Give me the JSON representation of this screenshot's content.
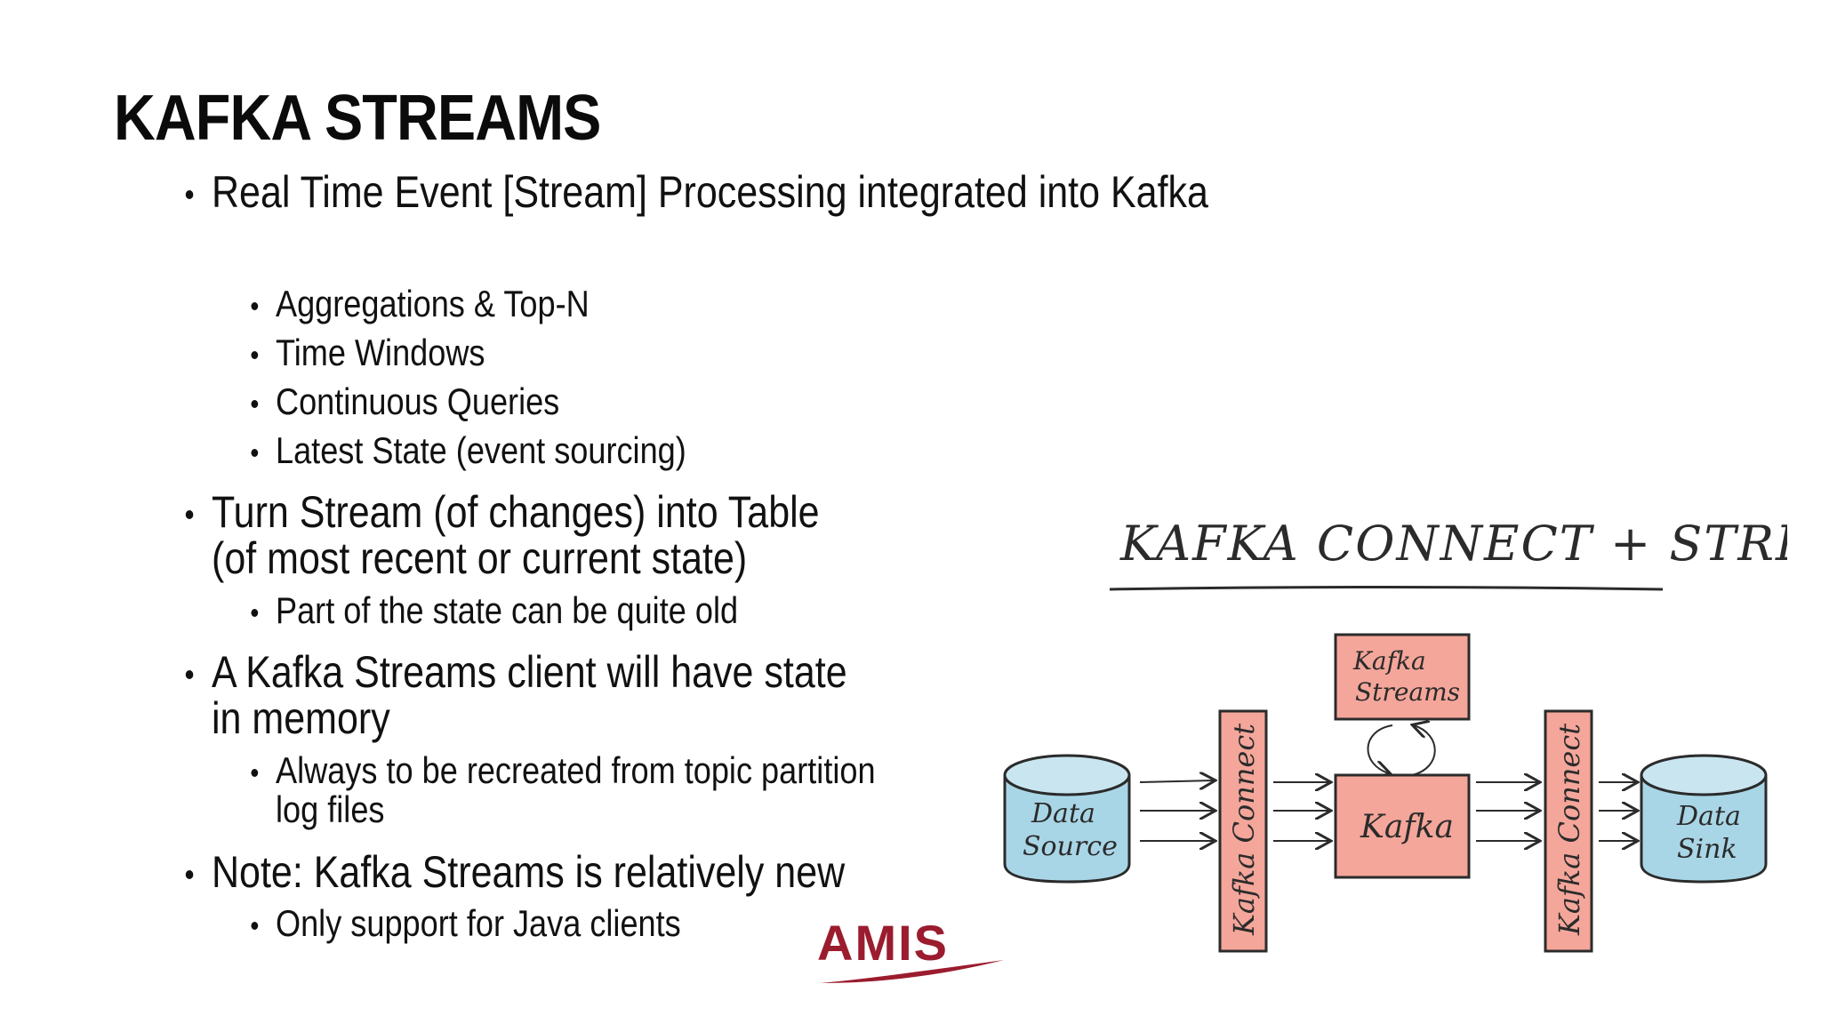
{
  "slide": {
    "title": "KAFKA STREAMS",
    "bullets": [
      {
        "text": "Real Time Event [Stream] Processing integrated into Kafka",
        "sub": [
          "Aggregations & Top-N",
          "Time Windows",
          "Continuous Queries",
          "Latest State (event sourcing)"
        ]
      },
      {
        "lines": [
          "Turn Stream (of changes) into Table",
          "(of most recent or current state)"
        ],
        "sub": [
          "Part of the state can be quite old"
        ]
      },
      {
        "lines": [
          "A Kafka Streams client will have state",
          "in memory"
        ],
        "sub_lines": [
          "Always to be recreated from topic partition",
          "log files"
        ]
      },
      {
        "text": "Note: Kafka Streams is relatively new",
        "sub": [
          "Only support for Java clients"
        ]
      }
    ]
  },
  "logo": {
    "text": "AMIS",
    "color": "#9b1c2e"
  },
  "diagram": {
    "title": "KAFKA CONNECT + STREAMS",
    "data_source": [
      "Data",
      "Source"
    ],
    "data_sink": [
      "Data",
      "Sink"
    ],
    "connect_label": "Kafka Connect",
    "kafka_label": "Kafka",
    "streams_label": [
      "Kafka",
      "Streams"
    ],
    "colors": {
      "kafka_fill": "#f4a69a",
      "db_fill": "#a9d6e6",
      "ink": "#2b2b2b"
    }
  }
}
